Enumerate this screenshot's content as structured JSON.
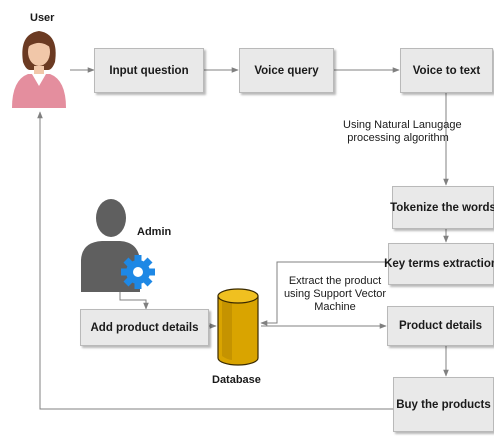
{
  "diagram": {
    "actors": {
      "user": "User",
      "admin": "Admin",
      "database": "Database"
    },
    "steps": {
      "input_question": "Input question",
      "voice_query": "Voice query",
      "voice_to_text": "Voice to text",
      "tokenize": "Tokenize the words",
      "key_terms": "Key terms extraction",
      "product_details": "Product details",
      "buy_products": "Buy the products",
      "add_product": "Add product details"
    },
    "annotations": {
      "nlp_line1": "Using Natural Lanugage",
      "nlp_line2": "processing algorithm",
      "svm_line1": "Extract the product",
      "svm_line2": "using Support Vector",
      "svm_line3": "Machine"
    },
    "colors": {
      "box_fill": "#e9e9e9",
      "connector": "#808080",
      "database": "#d9a400",
      "admin_gear": "#1e88e5",
      "admin_figure": "#5f5f5f",
      "user_shirt": "#e48e9e",
      "user_hair": "#6b3a22"
    },
    "icons": {
      "user": "woman-avatar-icon",
      "admin": "admin-gear-icon",
      "database": "database-cylinder-icon"
    }
  }
}
